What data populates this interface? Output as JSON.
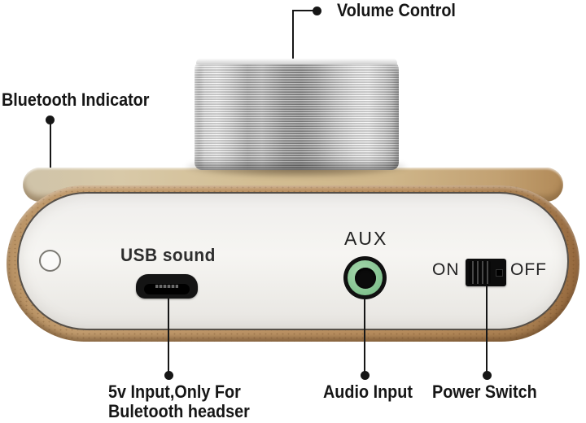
{
  "annotations": {
    "volume_control": "Volume Control",
    "bluetooth_indicator": "Bluetooth Indicator",
    "usb_note_line1": "5v Input,Only For",
    "usb_note_line2": "Buletooth headser",
    "audio_input": "Audio Input",
    "power_switch": "Power Switch"
  },
  "panel": {
    "usb_label": "USB sound",
    "aux_label": "AUX",
    "on_label": "ON",
    "off_label": "OFF"
  },
  "icons": {
    "bluetooth_led": "white-led-indicator-circle",
    "micro_usb_port": "micro-usb-socket",
    "aux_jack": "3.5mm-audio-jack-green-ring",
    "power_toggle": "slide-switch-on-position",
    "volume_knob": "knurled-silver-knob"
  },
  "colors": {
    "annotation_black": "#161616",
    "top_champagne": "#d3bd92",
    "body_wood": "#bb9264",
    "face_white": "#f3f2ef",
    "aux_green": "#8cc898",
    "knob_silver": "#c9c9c9",
    "port_black": "#141414"
  }
}
